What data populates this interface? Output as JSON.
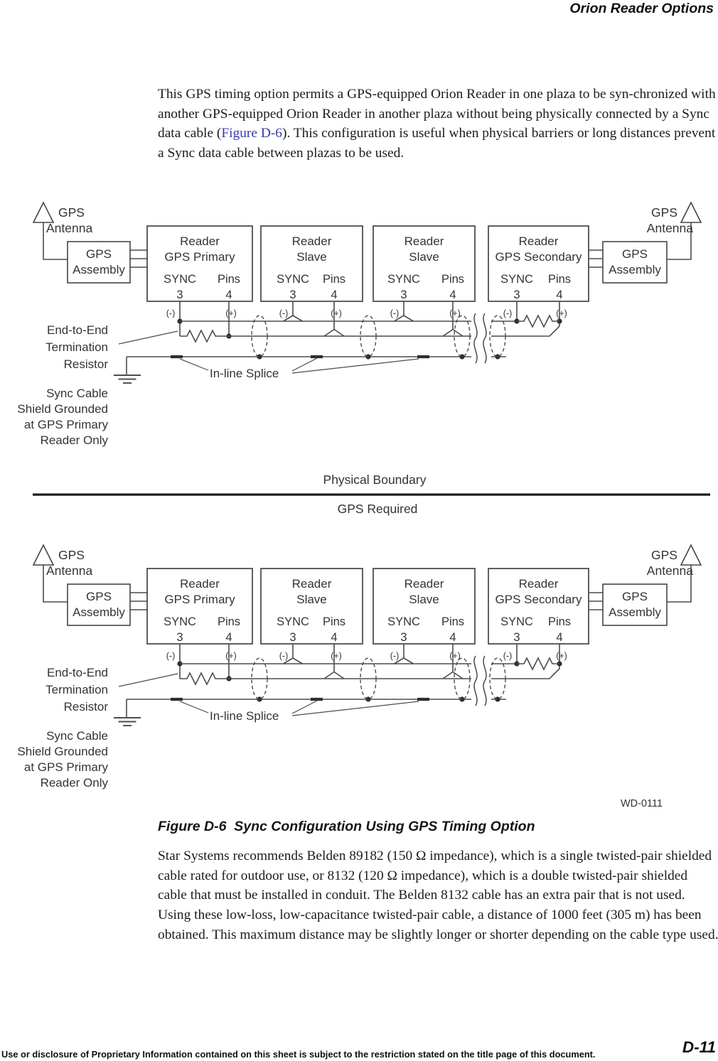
{
  "header": {
    "title": "Orion Reader Options"
  },
  "colors": {
    "link": "#3a3aad",
    "wire": "#4c4c4c",
    "box_stroke": "#454545",
    "dot": "#2e2e2e"
  },
  "intro_paragraph": {
    "before_link": "This GPS timing option permits a GPS-equipped Orion Reader in one plaza to be syn-chronized with another GPS-equipped Orion Reader in another plaza without being physically connected by a Sync data cable (",
    "link": "Figure D-6",
    "after_link": "). This configuration is useful when physical barriers or long distances prevent a Sync data cable between plazas to be used."
  },
  "diagram": {
    "drawing_number": "WD-0111",
    "physical_boundary": "Physical Boundary",
    "gps_required": "GPS Required",
    "gps_antenna": [
      "GPS",
      "Antenna"
    ],
    "gps_assembly": [
      "GPS",
      "Assembly"
    ],
    "readers": [
      [
        "Reader",
        "GPS Primary"
      ],
      [
        "Reader",
        "Slave"
      ],
      [
        "Reader",
        "Slave"
      ],
      [
        "Reader",
        "GPS Secondary"
      ]
    ],
    "sync": "SYNC",
    "pins": "Pins",
    "pin3": "3",
    "pin4": "4",
    "minus": "(-)",
    "plus": "(+)",
    "termination_label": [
      "End-to-End",
      "Termination",
      "Resistor"
    ],
    "shield_label": [
      "Sync Cable",
      "Shield Grounded",
      "at GPS Primary",
      "Reader Only"
    ],
    "splice_label": "In-line Splice"
  },
  "figure": {
    "caption": "Figure D-6  Sync Configuration Using GPS Timing Option"
  },
  "cable_paragraph": {
    "text": "Star Systems recommends Belden 89182 (150 Ω impedance), which is a single twisted-pair shielded cable rated for outdoor use, or 8132 (120 Ω impedance), which is a double twisted-pair shielded cable that must be installed in conduit. The Belden 8132 cable has an extra pair that is not used. Using these low-loss, low-capacitance twisted-pair cable, a distance of 1000 feet (305 m) has been obtained. This maximum distance may be slightly longer or shorter depending on the cable type used."
  },
  "footer": {
    "note": "Use or disclosure of Proprietary Information contained on this sheet is subject to the restriction stated on the title page of this document.",
    "page_number": "D-11"
  }
}
